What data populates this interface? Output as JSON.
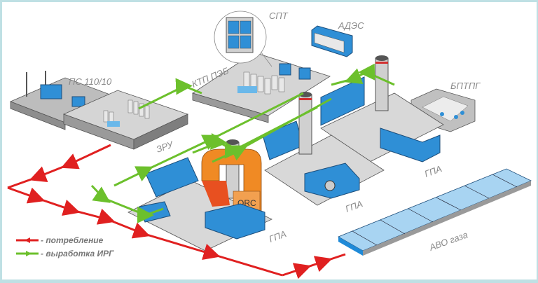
{
  "title": "Схема энергоснабжения КС с утилизацией тепла (ORC)",
  "colors": {
    "consumption": "#e02020",
    "generation": "#6cc02c",
    "equipment_blue": "#1f8ad8",
    "orc_orange": "#f08a24",
    "building_gray": "#c8c8c8",
    "label_gray": "#8a8a8a",
    "frame": "#bfe0e4"
  },
  "labels": {
    "ps": "ПС 110/10",
    "zru": "ЗРУ",
    "ktp": "КТП ПЭБ",
    "spt": "СПТ",
    "ades": "АДЭС",
    "bptpg": "БПТПГ",
    "gpa1": "ГПА",
    "gpa2": "ГПА",
    "gpa3": "ГПА",
    "orc": "ORC",
    "avo": "АВО газа"
  },
  "legend": [
    {
      "name": "consumption",
      "text": "- потребление",
      "color": "#e02020",
      "direction": "left"
    },
    {
      "name": "generation",
      "text": "- выработка ИРГ",
      "color": "#6cc02c",
      "direction": "right"
    }
  ]
}
